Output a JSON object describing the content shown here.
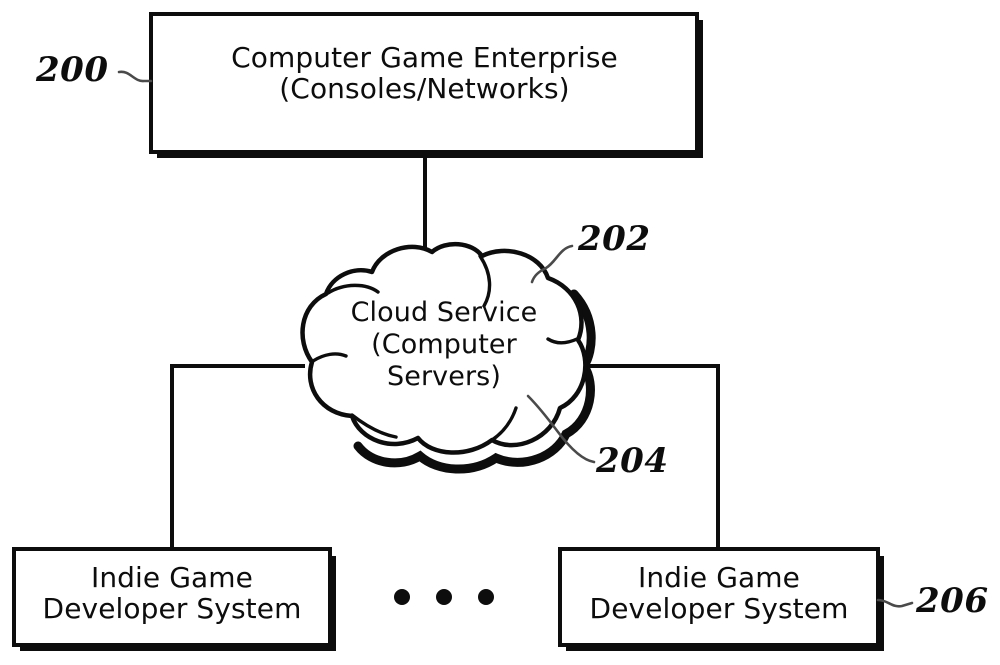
{
  "figure": {
    "type": "block-diagram",
    "background_color": "#ffffff",
    "line_color": "#0d0d0d"
  },
  "nodes": {
    "enterprise": {
      "label": "Computer Game Enterprise\n(Consoles/Networks)",
      "line1": "Computer Game Enterprise",
      "line2": "(Consoles/Networks)",
      "shape": "rectangle",
      "ref": "200"
    },
    "cloud": {
      "label": "Cloud Service\n(Computer\nServers)",
      "line1": "Cloud Service",
      "line2": "(Computer",
      "line3": "Servers)",
      "shape": "cloud",
      "ref_top": "202",
      "ref_bottom": "204"
    },
    "developer_left": {
      "label": "Indie Game\nDeveloper System",
      "line1": "Indie Game",
      "line2": "Developer System",
      "shape": "rectangle"
    },
    "developer_right": {
      "label": "Indie Game\nDeveloper System",
      "line1": "Indie Game",
      "line2": "Developer System",
      "shape": "rectangle",
      "ref": "206"
    }
  },
  "reference_numerals": {
    "n200": "200",
    "n202": "202",
    "n204": "204",
    "n206": "206"
  },
  "ellipsis": {
    "dot_count": 3,
    "meaning": "additional developer systems"
  },
  "connectors": [
    {
      "from": "enterprise",
      "to": "cloud",
      "style": "vertical-line"
    },
    {
      "from": "cloud",
      "to": "developer_left",
      "style": "elbow-line"
    },
    {
      "from": "cloud",
      "to": "developer_right",
      "style": "elbow-line"
    }
  ]
}
